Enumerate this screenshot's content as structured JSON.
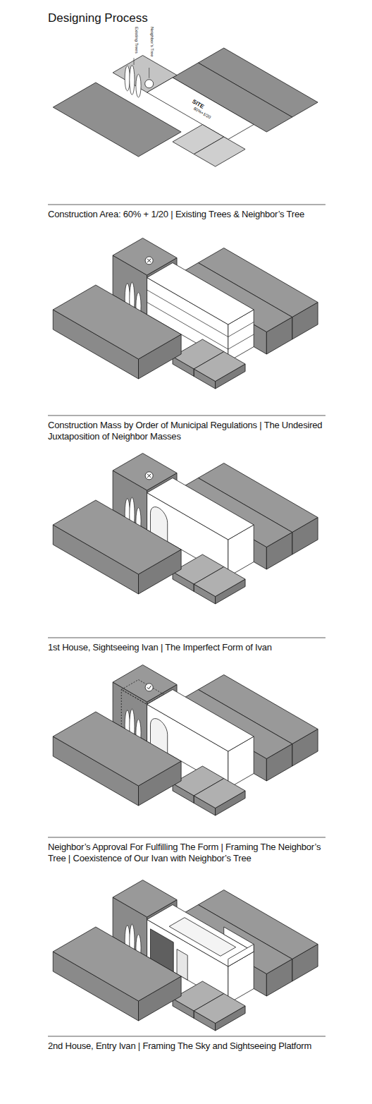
{
  "diagram": {
    "title": "Designing Process",
    "labels": [
      "Existing Trees",
      "Neighbor’s Tree",
      "SITE",
      "60%+1/20",
      "Construction Area: 60% + 1/20 | Existing Trees & Neighbor’s Tree",
      "Construction Mass by Order of Municipal Regulations | The Undesired Juxtaposition of Neighbor Masses",
      "1st House, Sightseeing Ivan | The Imperfect Form of Ivan",
      "Neighbor’s Approval For Fulfilling The Form | Framing The Neighbor’s Tree | Coexistence of Our Ivan with Neighbor’s Tree",
      "2nd House, Entry Ivan | Framing The Sky and Sightseeing Platform"
    ]
  }
}
